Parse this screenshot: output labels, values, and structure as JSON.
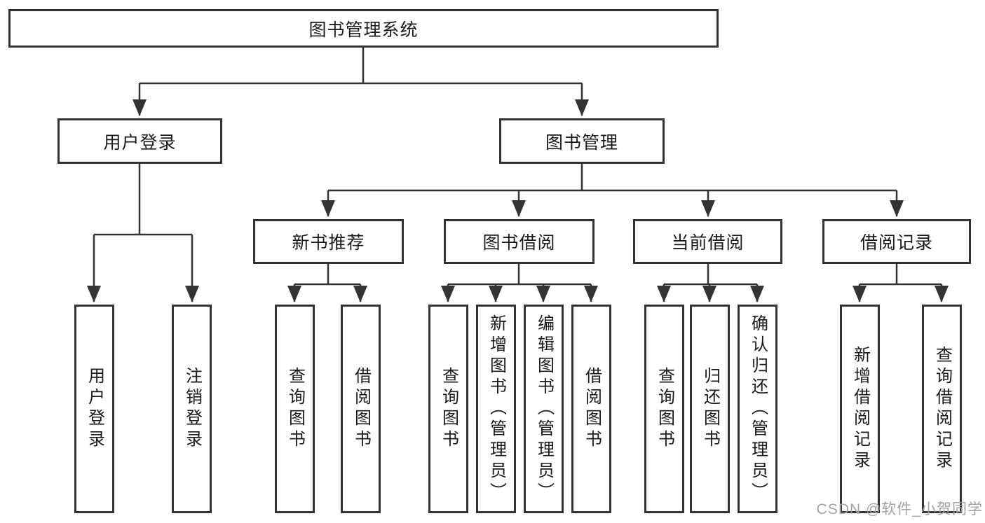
{
  "diagram": {
    "root": "图书管理系统",
    "level2": {
      "user_login": "用户登录",
      "book_management": "图书管理"
    },
    "level3": {
      "new_book_recommend": "新书推荐",
      "book_borrow": "图书借阅",
      "current_borrow": "当前借阅",
      "borrow_records": "借阅记录"
    },
    "leaves": {
      "user_login": [
        "用户登录",
        "注销登录"
      ],
      "new_book_recommend": [
        "查询图书",
        "借阅图书"
      ],
      "book_borrow": [
        "查询图书",
        "新增图书（管理员）",
        "编辑图书（管理员）",
        "借阅图书"
      ],
      "current_borrow": [
        "查询图书",
        "归还图书",
        "确认归还（管理员）"
      ],
      "borrow_records": [
        "新增借阅记录",
        "查询借阅记录"
      ]
    }
  },
  "watermark": "CSDN @软件_小贺同学",
  "colors": {
    "line": "#333333",
    "text": "#1a1a1a",
    "watermark": "#a3a3a3",
    "background": "#ffffff"
  }
}
